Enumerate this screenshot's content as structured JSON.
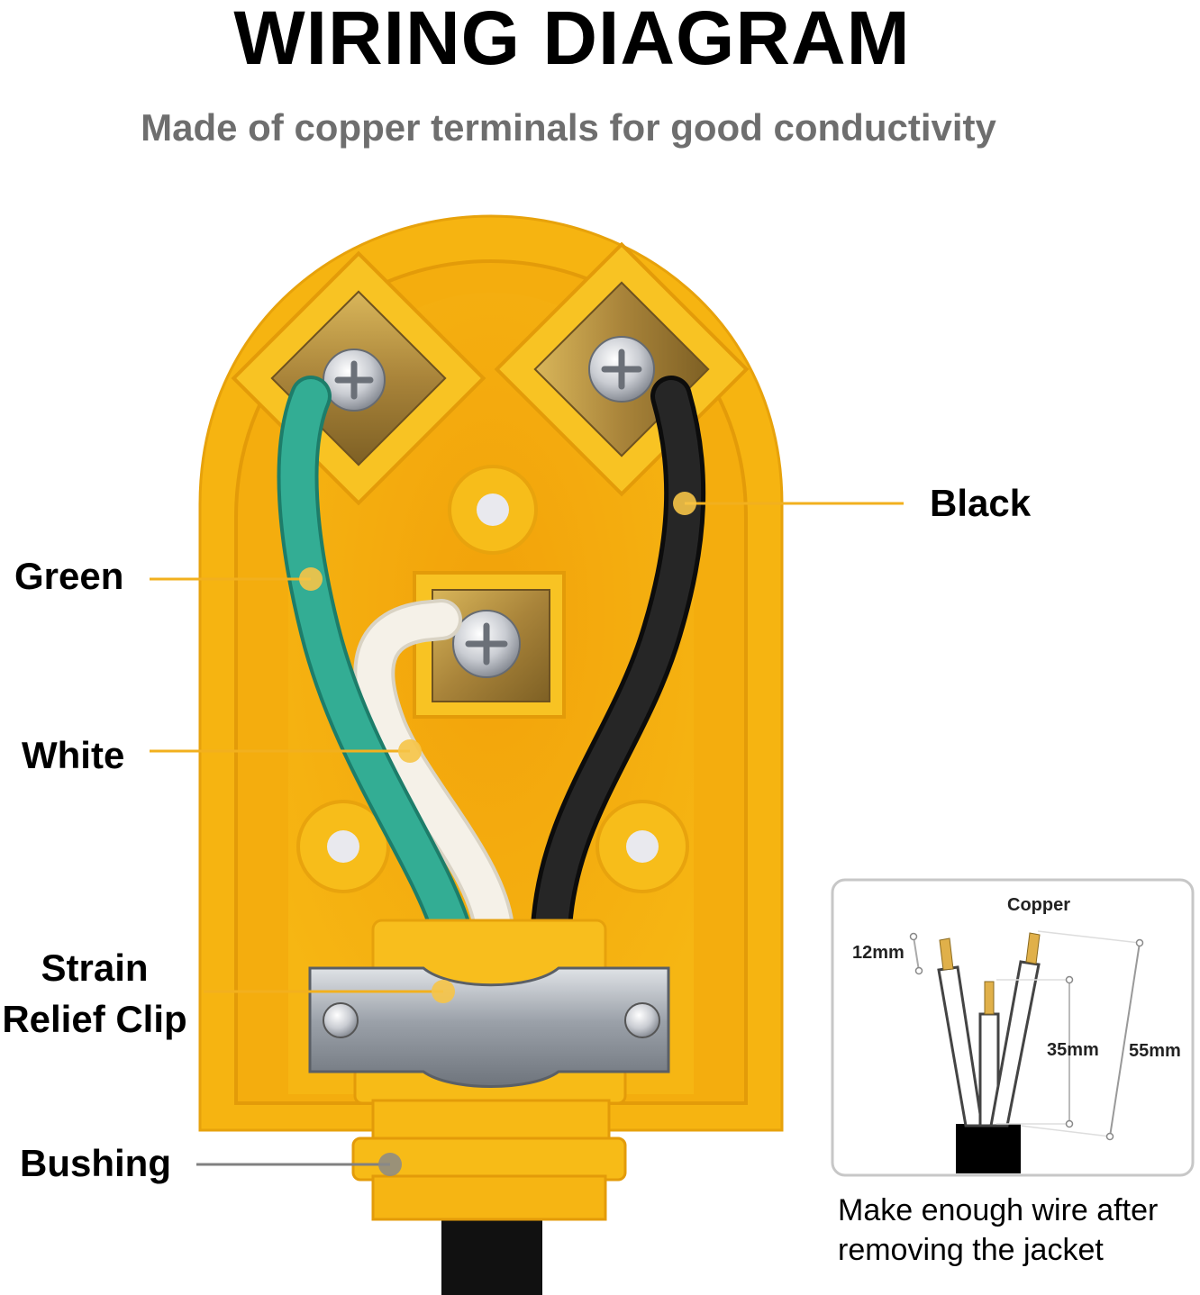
{
  "title": "WIRING DIAGRAM",
  "subtitle": "Made of copper terminals for good conductivity",
  "labels": {
    "black": "Black",
    "green": "Green",
    "white": "White",
    "strain_line1": "Strain",
    "strain_line2": "Relief Clip",
    "bushing": "Bushing"
  },
  "inset": {
    "copper": "Copper",
    "dim_12": "12mm",
    "dim_35": "35mm",
    "dim_55": "55mm"
  },
  "caption": {
    "line1": "Make enough wire after",
    "line2": "removing the jacket"
  },
  "colors": {
    "plug_body": "#f7b90f",
    "plug_dark": "#e59a08",
    "green_wire": "#2fa890",
    "black_wire": "#1c1c1c",
    "white_wire": "#f3efe6",
    "brass": "#b8913a",
    "leader": "#f2b01e",
    "leader_gray": "#808080"
  }
}
